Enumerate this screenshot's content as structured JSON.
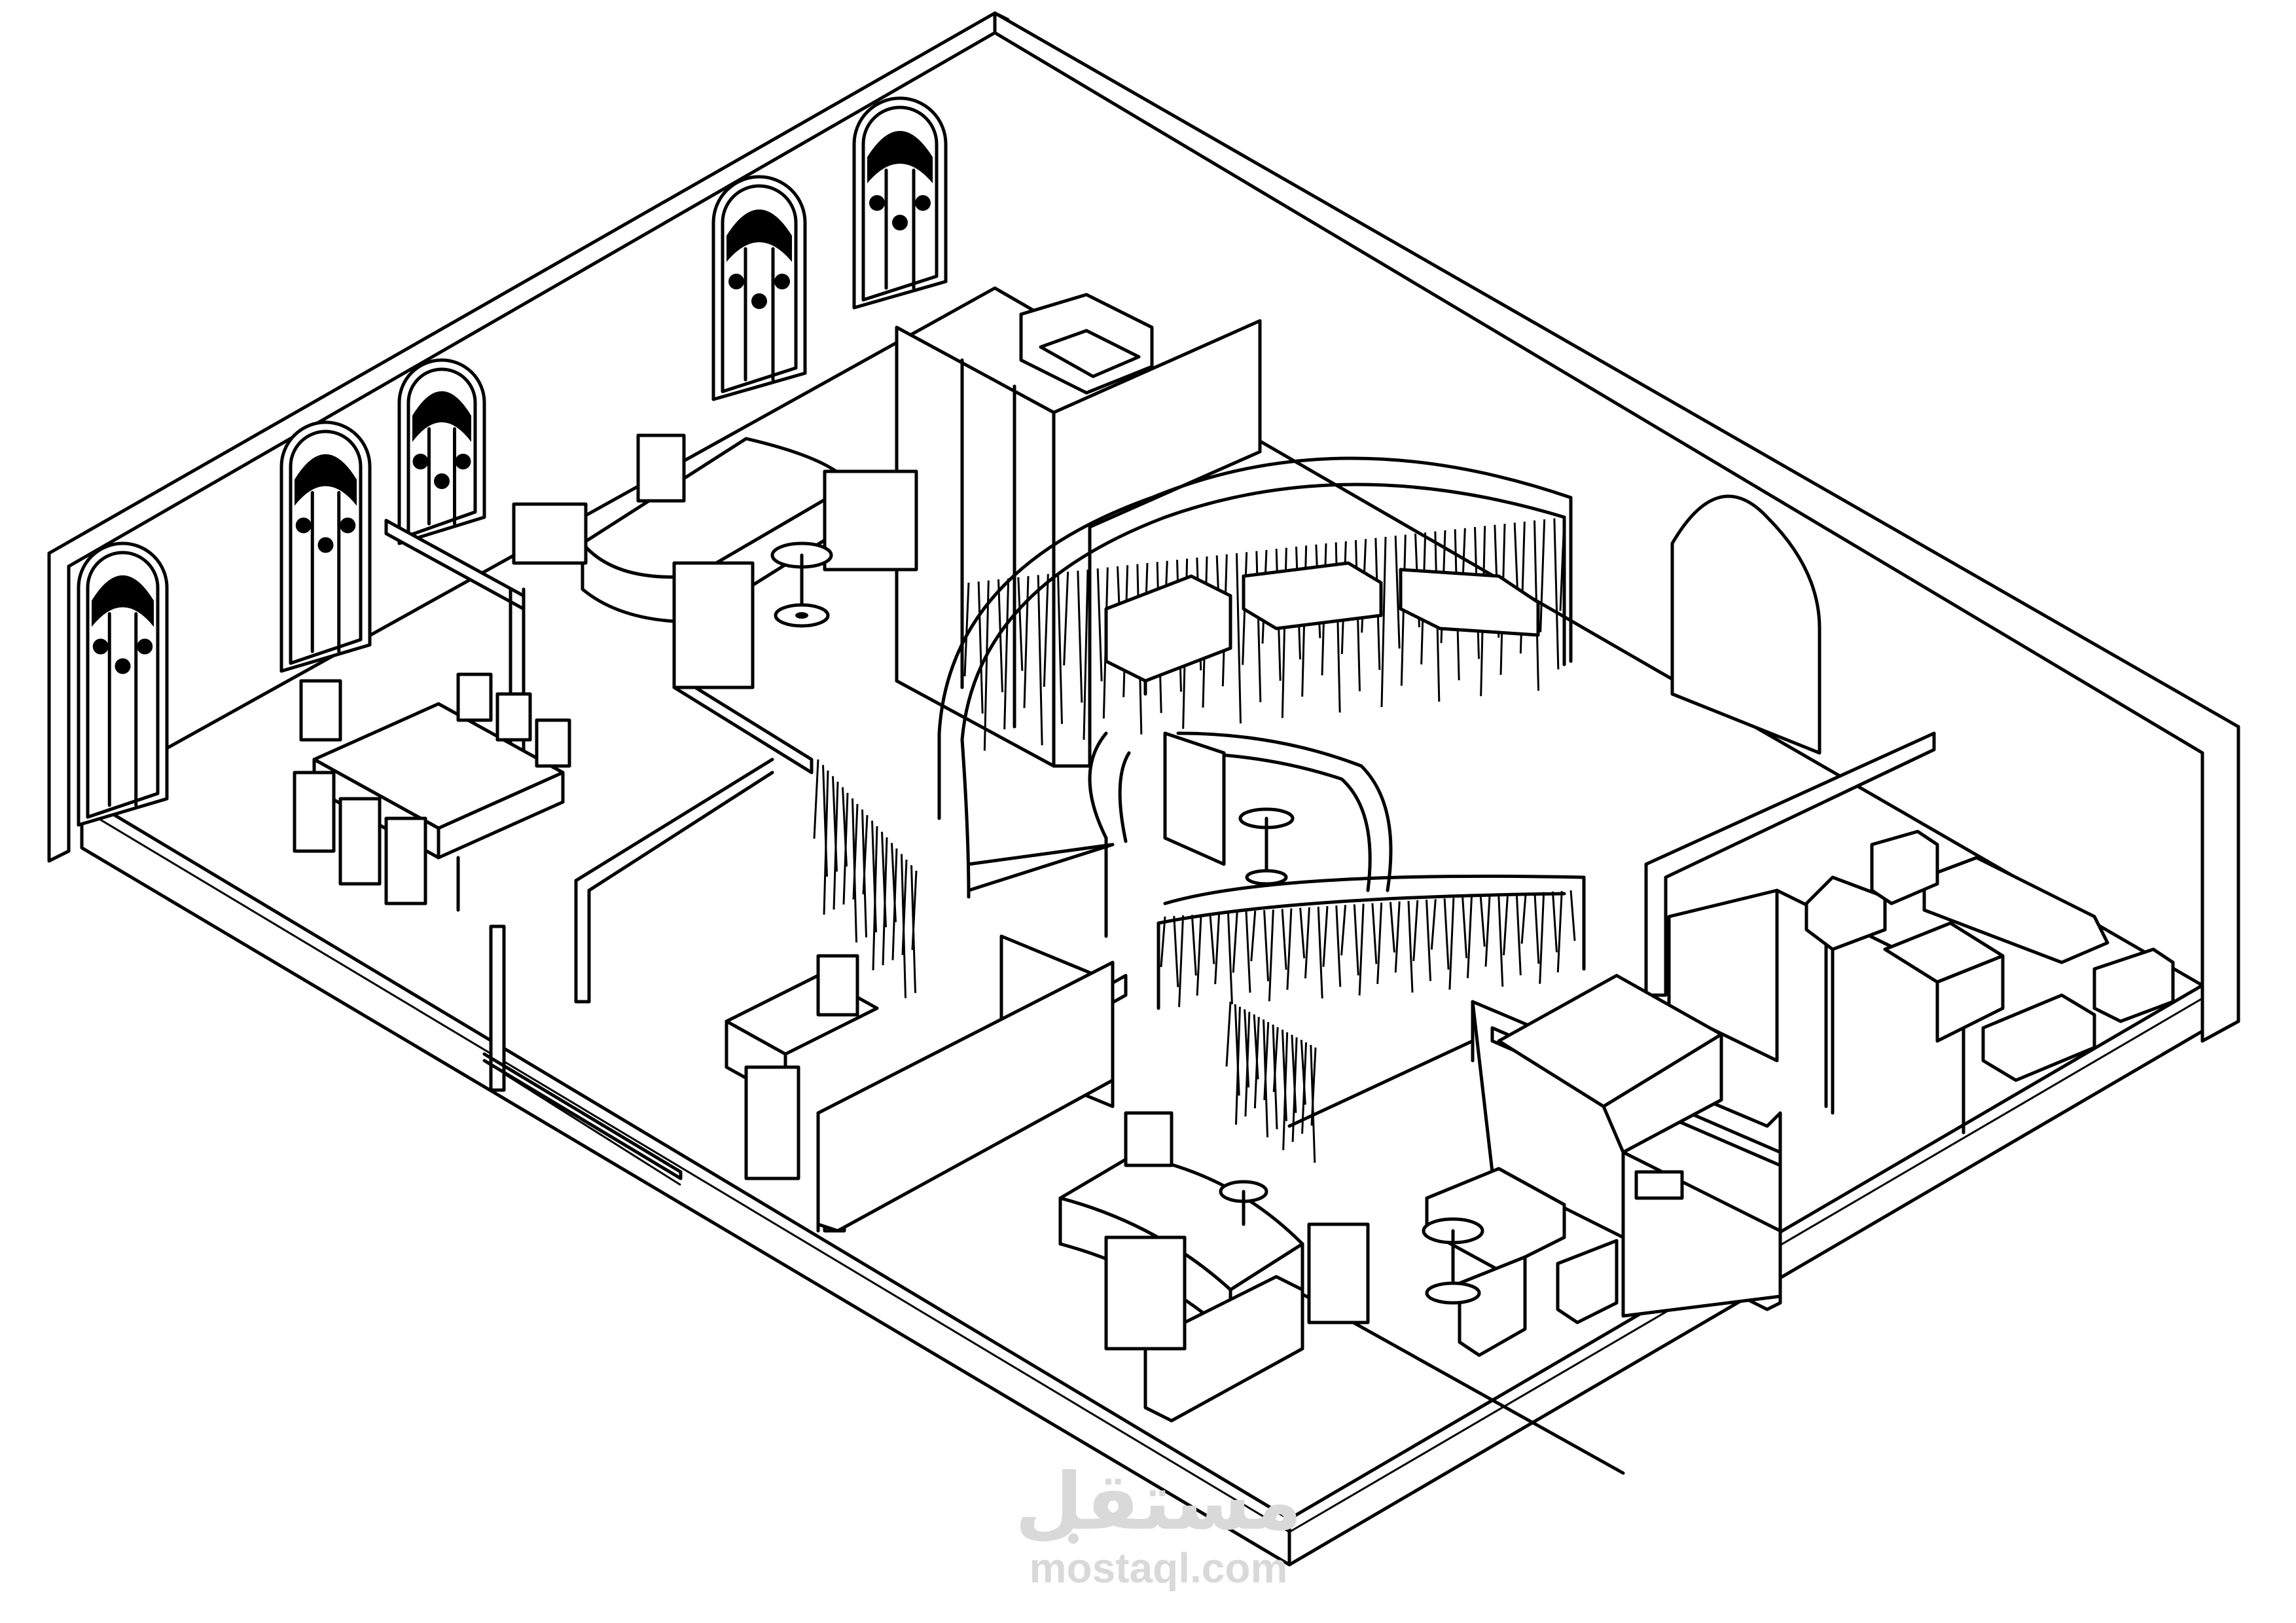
{
  "watermark": {
    "arabic": "مستقل",
    "latin": "mostaql.com",
    "color": "#d9d9d9"
  },
  "drawing": {
    "stroke_color": "#000000",
    "background": "#ffffff",
    "windows": 5,
    "curtain_strips": 4
  }
}
